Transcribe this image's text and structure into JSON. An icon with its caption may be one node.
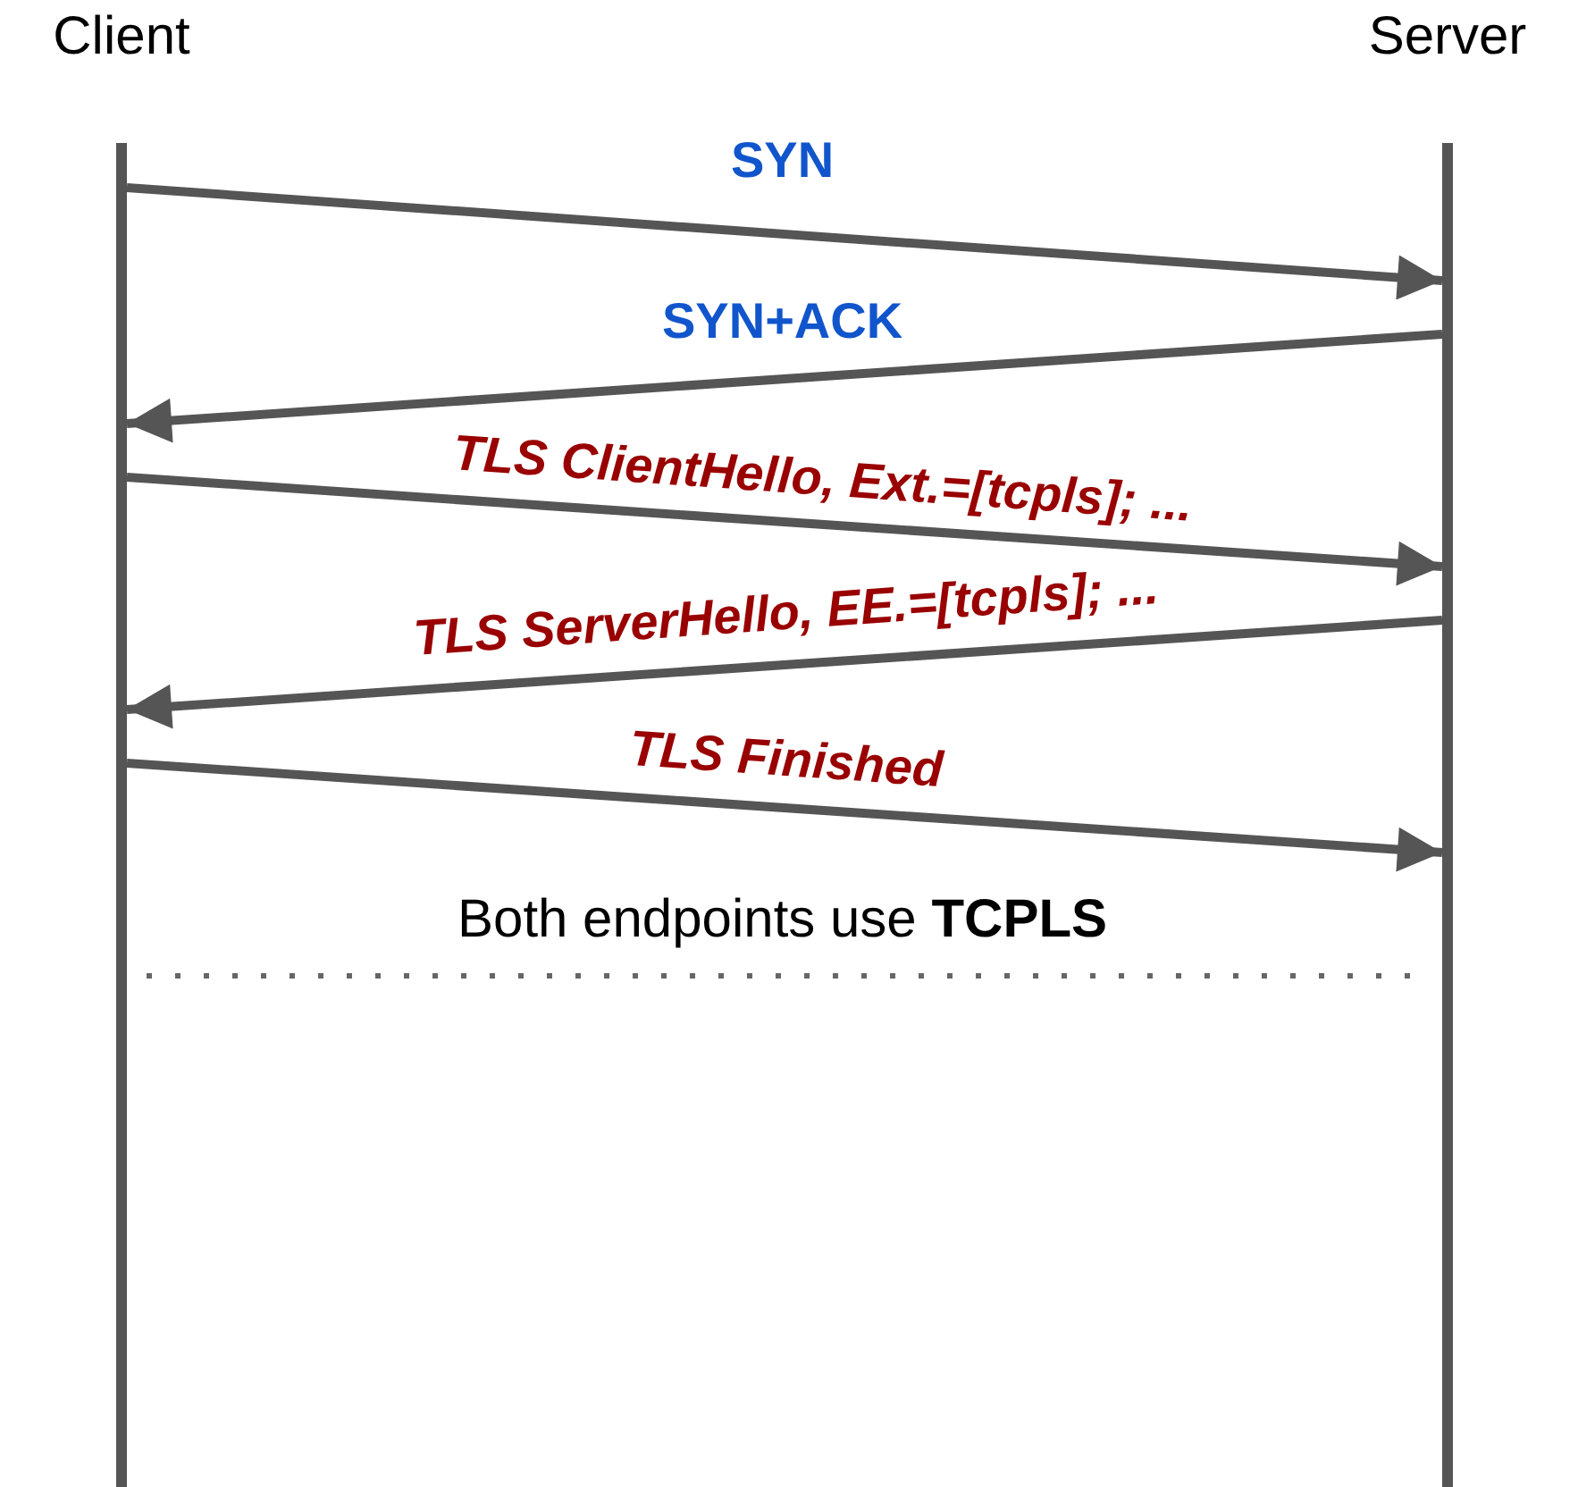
{
  "diagram": {
    "nodes": [
      {
        "text": [
          "Client"
        ]
      },
      {
        "text": [
          "Server"
        ]
      }
    ],
    "edges": [
      {
        "from": 0,
        "to": 1,
        "arrow": "to",
        "label": "SYN"
      },
      {
        "from": 1,
        "to": 0,
        "arrow": "to",
        "label": "SYN+ACK"
      },
      {
        "from": 0,
        "to": 1,
        "arrow": "to",
        "label": "TLS ClientHello, Ext.=[*tcpls*]; ..."
      },
      {
        "from": 1,
        "to": 0,
        "arrow": "to",
        "label": "TLS ServerHello, EE.=[*tcpls*]; ..."
      },
      {
        "from": 0,
        "to": 1,
        "arrow": "to",
        "label": "TLS Finished"
      }
    ],
    "labels": [
      "Both endpoints use **TCPLS**"
    ]
  }
}
